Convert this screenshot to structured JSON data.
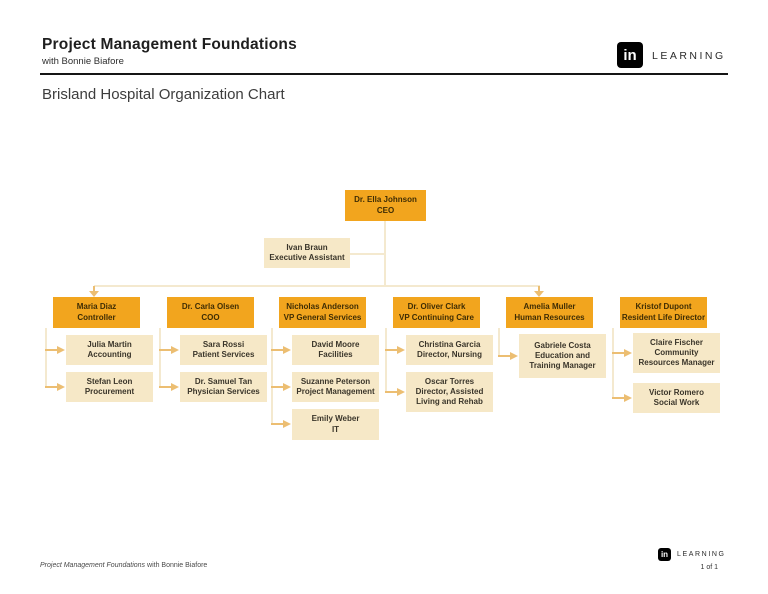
{
  "header": {
    "course_title": "Project Management Foundations",
    "course_author": "with Bonnie Biafore",
    "brand": {
      "logo_text": "in",
      "brand_name": "LEARNING"
    }
  },
  "page_title": "Brisland Hospital Organization Chart",
  "org_chart": {
    "ceo": {
      "name": "Dr. Ella Johnson",
      "title": "CEO"
    },
    "assistant": {
      "name": "Ivan Braun",
      "title": "Executive Assistant"
    },
    "columns": [
      {
        "head": {
          "name": "Maria Diaz",
          "title": "Controller"
        },
        "children": [
          {
            "name": "Julia Martin",
            "title": "Accounting"
          },
          {
            "name": "Stefan Leon",
            "title": "Procurement"
          }
        ]
      },
      {
        "head": {
          "name": "Dr. Carla Olsen",
          "title": "COO"
        },
        "children": [
          {
            "name": "Sara Rossi",
            "title": "Patient Services"
          },
          {
            "name": "Dr. Samuel Tan",
            "title": "Physician Services"
          }
        ]
      },
      {
        "head": {
          "name": "Nicholas Anderson",
          "title": "VP General Services"
        },
        "children": [
          {
            "name": "David Moore",
            "title": "Facilities"
          },
          {
            "name": "Suzanne Peterson",
            "title": "Project Management"
          },
          {
            "name": "Emily Weber",
            "title": "IT"
          }
        ]
      },
      {
        "head": {
          "name": "Dr. Oliver Clark",
          "title": "VP Continuing Care"
        },
        "children": [
          {
            "name": "Christina Garcia",
            "title": "Director, Nursing"
          },
          {
            "name": "Oscar Torres",
            "title": "Director, Assisted Living and Rehab"
          }
        ]
      },
      {
        "head": {
          "name": "Amelia Muller",
          "title": "Human Resources"
        },
        "children": [
          {
            "name": "Gabriele Costa",
            "title": "Education and Training Manager"
          }
        ]
      },
      {
        "head": {
          "name": "Kristof Dupont",
          "title": "Resident Life Director"
        },
        "children": [
          {
            "name": "Claire Fischer",
            "title": "Community Resources Manager"
          },
          {
            "name": "Victor Romero",
            "title": "Social Work"
          }
        ]
      }
    ]
  },
  "footer": {
    "course_title": "Project Management Foundations",
    "course_author": " with Bonnie Biafore",
    "brand": {
      "logo_text": "in",
      "brand_name": "LEARNING"
    },
    "page_number": "1 of 1"
  },
  "colors": {
    "head_box": "#F2A51E",
    "child_box": "#F6E8C7",
    "connector_line": "#F4E9CF",
    "arrow": "#ECBE72"
  }
}
